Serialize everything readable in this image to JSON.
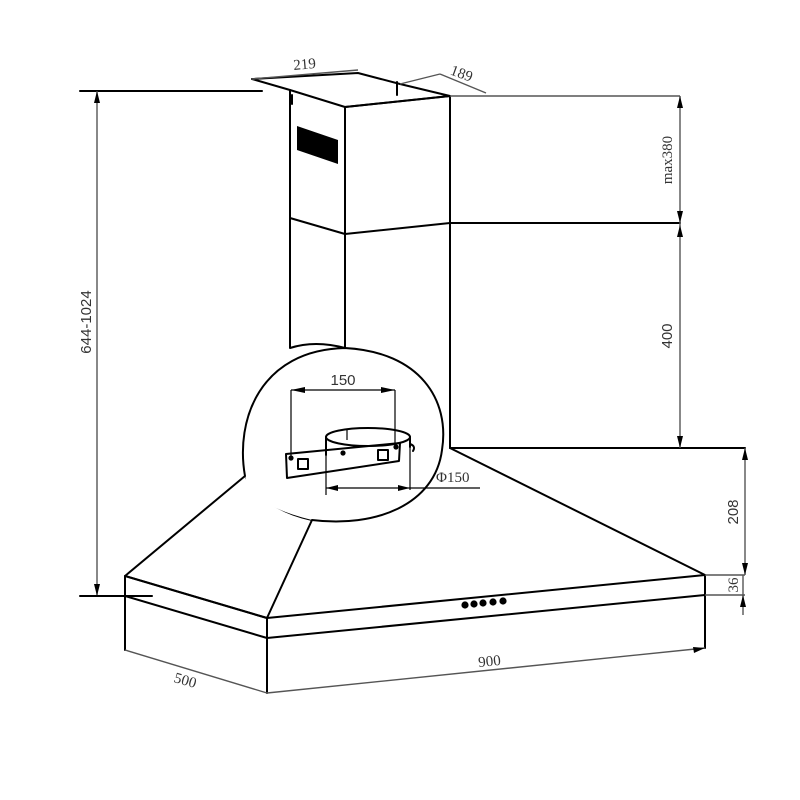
{
  "drawing": {
    "subject": "Chimney cooker hood dimensional drawing",
    "units": "mm"
  },
  "dimensions": {
    "chimney_width": "219",
    "chimney_depth": "189",
    "upper_chimney_height": "max380",
    "lower_chimney_height": "400",
    "total_height": "644-1024",
    "canopy_height": "208",
    "front_band_height": "36",
    "hood_width": "900",
    "hood_depth": "500"
  },
  "detail": {
    "bracket_width": "150",
    "duct_diameter": "Φ150"
  },
  "control_panel": {
    "button_count": 5
  },
  "colors": {
    "line": "#000000",
    "dimension_line": "#555555",
    "label": "#333333",
    "background": "#ffffff"
  }
}
